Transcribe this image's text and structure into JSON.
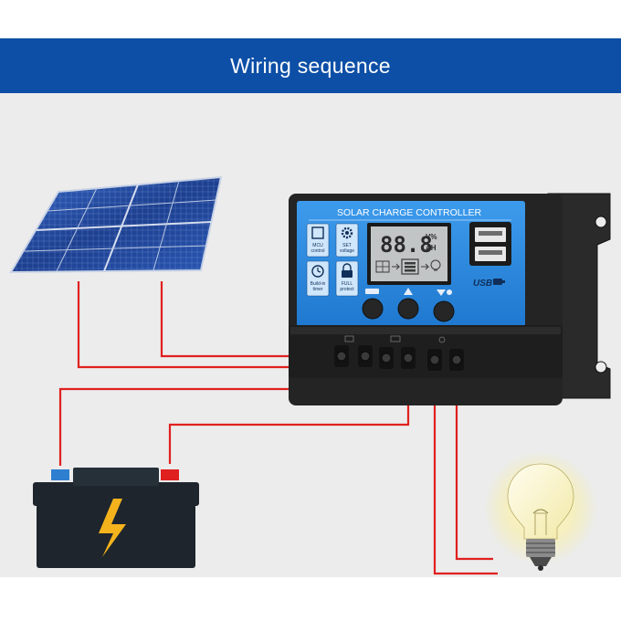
{
  "header": {
    "title": "Wiring sequence"
  },
  "controller": {
    "title": "SOLAR CHARGE CONTROLLER",
    "lcd_digits": "88.8",
    "lcd_unit_top": "V%",
    "lcd_unit_bottom": "AH",
    "usb_label": "USB",
    "features": [
      {
        "label_1": "MCU",
        "label_2": "control",
        "icon": "chip-icon"
      },
      {
        "label_1": "SET",
        "label_2": "voltage",
        "icon": "gear-icon"
      },
      {
        "label_1": "Build-in",
        "label_2": "timer",
        "icon": "clock-icon"
      },
      {
        "label_1": "FULL",
        "label_2": "protect",
        "icon": "lock-icon"
      }
    ]
  },
  "colors": {
    "banner": "#0d4fa6",
    "wire": "#e0201f",
    "controller_face": "#2f8fe0",
    "controller_body": "#242424",
    "battery_body": "#1e252d",
    "bolt": "#f4b31c"
  }
}
